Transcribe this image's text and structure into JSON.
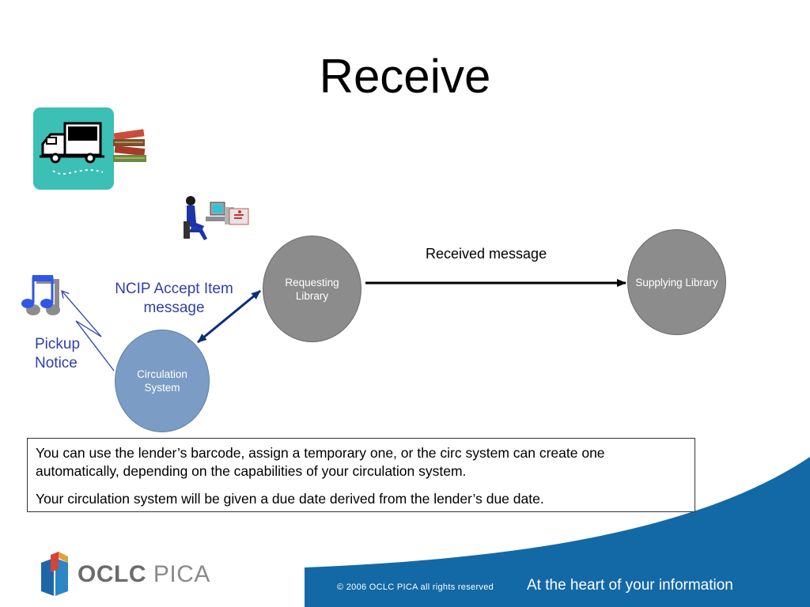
{
  "slide": {
    "title": "Receive"
  },
  "diagram": {
    "nodes": {
      "requesting": "Requesting Library",
      "supplying": "Supplying Library",
      "circulation": "Circulation System"
    },
    "labels": {
      "received": "Received message",
      "ncip_line1": "NCIP Accept Item",
      "ncip_line2": "message",
      "pickup_line1": "Pickup",
      "pickup_line2": "Notice"
    }
  },
  "notes": [
    "You can use the lender’s barcode, assign a temporary one, or the circ system can create one automatically, depending on the capabilities of your circulation system.",
    "Your circulation system will be given a due date derived from the lender’s due date."
  ],
  "footer": {
    "copyright": "© 2006 OCLC PICA all rights reserved",
    "tagline": "At the heart of your information"
  },
  "logo": {
    "part1": "OCLC",
    "part2": "PICA"
  },
  "colors": {
    "footer_blue": "#1369a6",
    "node_gray": "#8c8c8c",
    "node_blue": "#7b9cc4",
    "label_blue": "#2e3fae",
    "truck_tile": "#3cbfb4"
  }
}
